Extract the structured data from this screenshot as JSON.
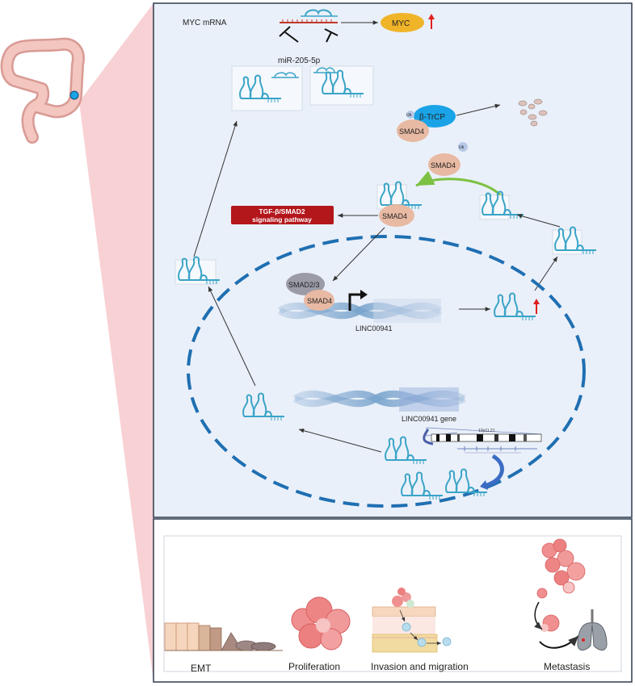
{
  "labels": {
    "myc_mrna": "MYC mRNA",
    "myc": "MYC",
    "mir": "miR-205-5p",
    "btrcp": "β-TrCP",
    "smad4": "SMAD4",
    "ub": "Ub",
    "tgf_line1": "TGF-β/SMAD2",
    "tgf_line2": "signaling  pathway",
    "smad23": "SMAD2/3",
    "linc": "LINC00941",
    "linc_gene": "LINC00941  gene",
    "chrom_band": "12p11.21",
    "emt": "EMT",
    "proliferation": "Proliferation",
    "invasion": "Invasion and migration",
    "metastasis": "Metastasis"
  },
  "colors": {
    "panel_bg": "#eaf0f9",
    "frame": "#2e3b4e",
    "pink_wedge": "#f7c9cd",
    "rna": "#3aa4c7",
    "smad": "#e8b9a3",
    "btrcp": "#1aa3e6",
    "myc": "#f0b429",
    "tgf_box": "#b3161b",
    "nucleus_dash": "#1f6fb2",
    "dna": "#6f9cc9"
  }
}
